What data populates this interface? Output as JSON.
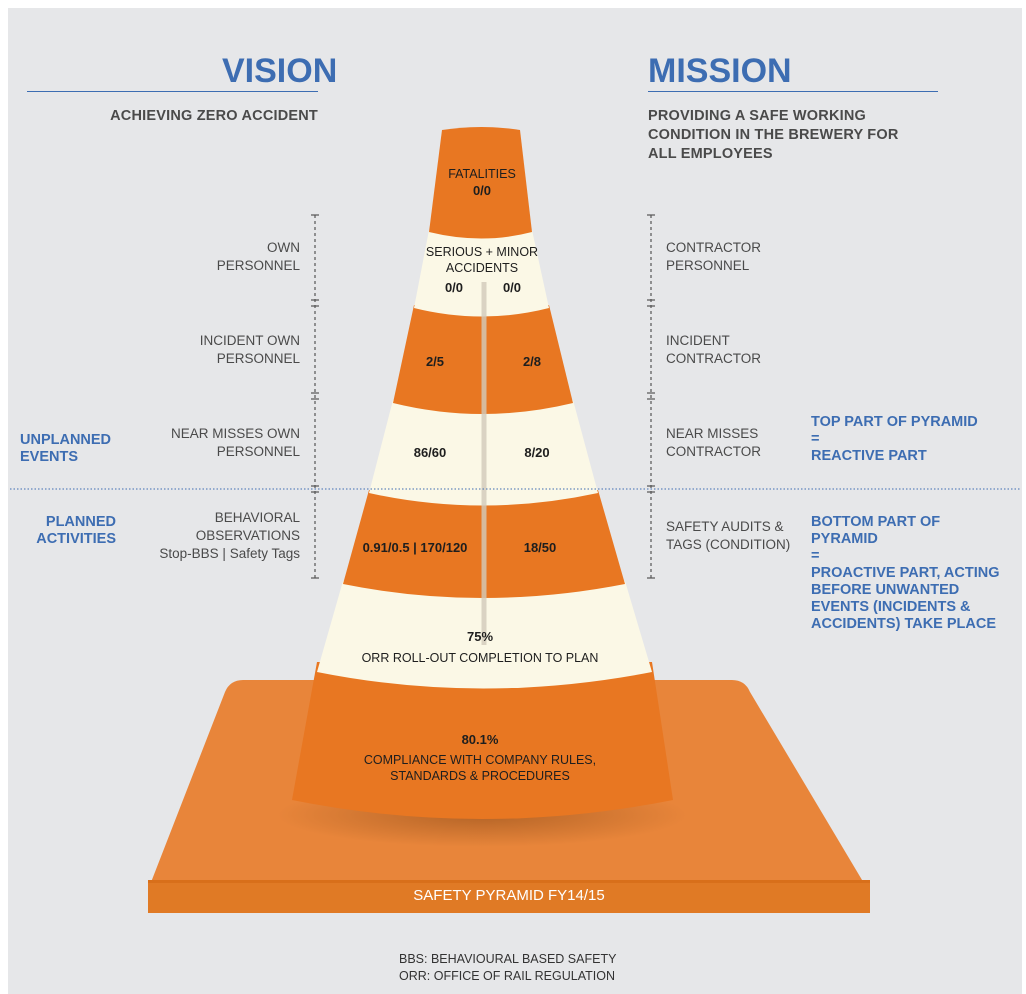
{
  "vision": {
    "title": "VISION",
    "subtitle": "ACHIEVING ZERO ACCIDENT"
  },
  "mission": {
    "title": "MISSION",
    "subtitle_lines": [
      "PROVIDING A SAFE WORKING",
      "CONDITION IN THE BREWERY FOR",
      "ALL EMPLOYEES"
    ]
  },
  "left_labels": {
    "own_personnel": [
      "OWN",
      "PERSONNEL"
    ],
    "incident_own": [
      "INCIDENT OWN",
      "PERSONNEL"
    ],
    "near_miss_own": [
      "NEAR MISSES OWN",
      "PERSONNEL"
    ],
    "behavioral": [
      "BEHAVIORAL",
      "OBSERVATIONS",
      "Stop-BBS | Safety Tags"
    ]
  },
  "right_labels": {
    "contractor_personnel": [
      "CONTRACTOR",
      "PERSONNEL"
    ],
    "incident_contractor": [
      "INCIDENT",
      "CONTRACTOR"
    ],
    "near_miss_contractor": [
      "NEAR MISSES",
      "CONTRACTOR"
    ],
    "audits": [
      "SAFETY AUDITS &",
      "TAGS (CONDITION)"
    ]
  },
  "category_labels": {
    "unplanned": [
      "UNPLANNED",
      "EVENTS"
    ],
    "planned": [
      "PLANNED",
      "ACTIVITIES"
    ]
  },
  "notes": {
    "top": [
      "TOP PART OF PYRAMID",
      "=",
      "REACTIVE PART"
    ],
    "bottom": [
      "BOTTOM PART OF",
      "PYRAMID",
      "=",
      "PROACTIVE PART, ACTING",
      "BEFORE UNWANTED",
      "EVENTS (INCIDENTS &",
      "ACCIDENTS) TAKE PLACE"
    ]
  },
  "cone": {
    "fatalities": {
      "label": "FATALITIES",
      "value": "0/0"
    },
    "serious": {
      "label": [
        "SERIOUS + MINOR",
        "ACCIDENTS"
      ],
      "own": "0/0",
      "contractor": "0/0"
    },
    "incidents": {
      "own": "2/5",
      "contractor": "2/8"
    },
    "near_misses": {
      "own": "86/60",
      "contractor": "8/20"
    },
    "observations": {
      "own": "0.91/0.5 | 170/120",
      "contractor": "18/50"
    },
    "orr": {
      "value": "75%",
      "label": "ORR ROLL-OUT COMPLETION TO PLAN"
    },
    "compliance": {
      "value": "80.1%",
      "label": [
        "COMPLIANCE WITH COMPANY RULES,",
        "STANDARDS & PROCEDURES"
      ]
    }
  },
  "base_title": "SAFETY PYRAMID FY14/15",
  "footnotes": [
    "BBS: BEHAVIOURAL BASED SAFETY",
    "ORR: OFFICE OF RAIL REGULATION"
  ],
  "colors": {
    "orange": "#e87722",
    "cream": "#fbf8e6",
    "blue": "#3d6db2",
    "background": "#e6e7e9"
  }
}
